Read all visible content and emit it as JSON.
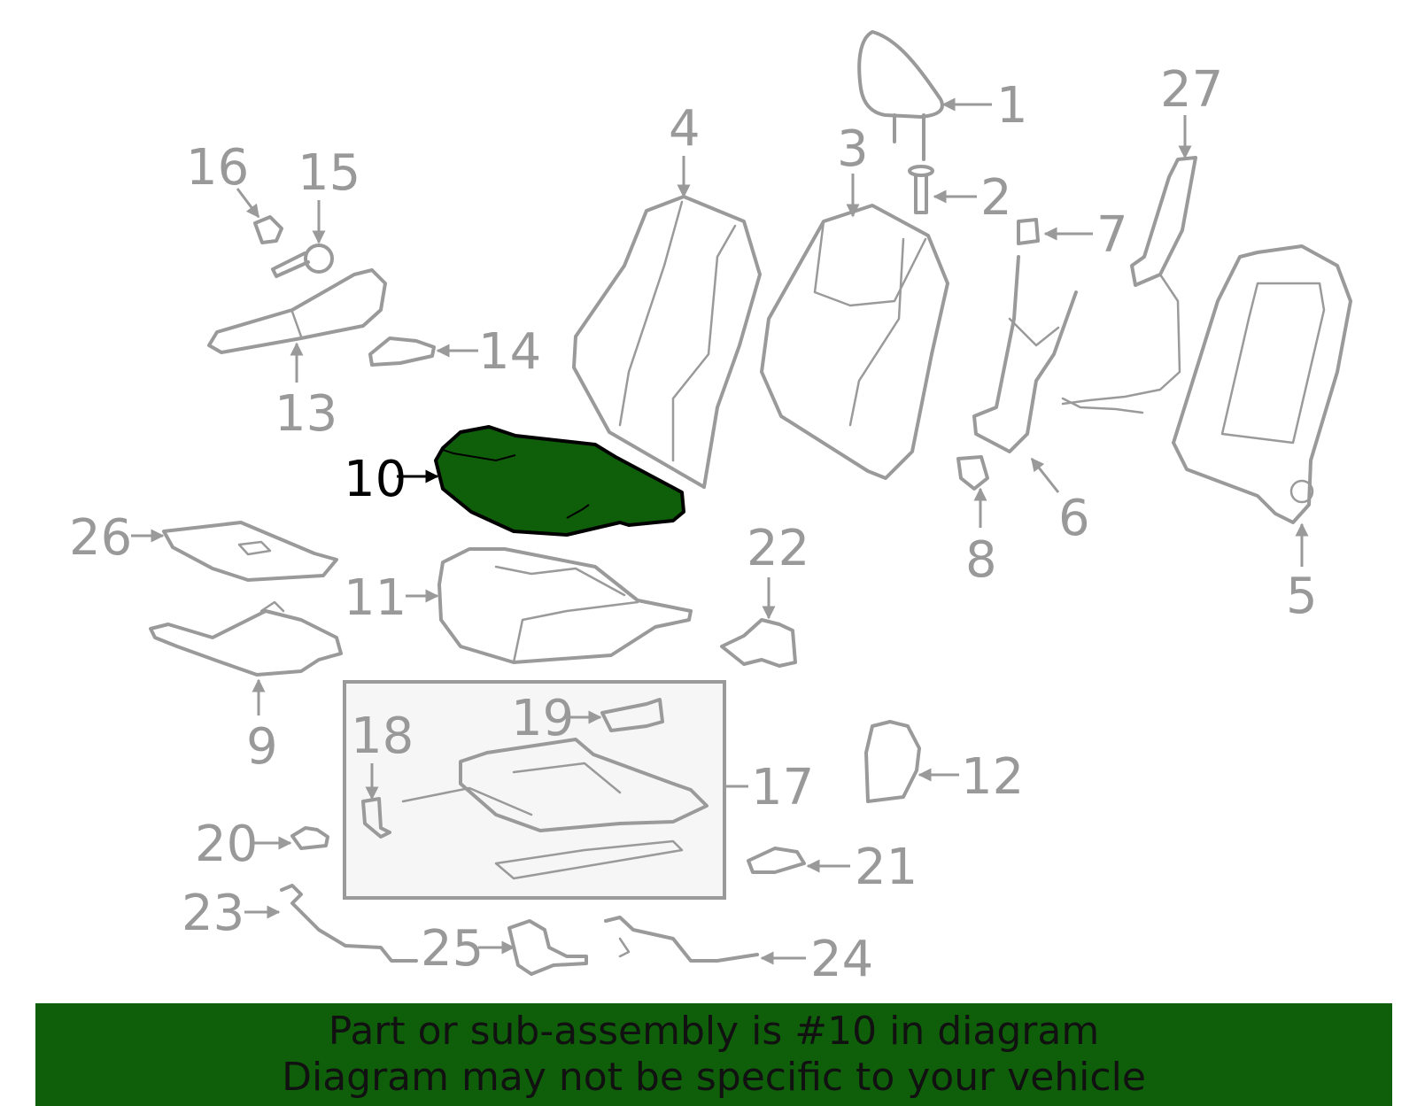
{
  "diagram": {
    "highlight_color": "#0f5f0a",
    "line_color": "#9a9a9a",
    "highlighted_callout": "10",
    "callouts": [
      "1",
      "2",
      "3",
      "4",
      "5",
      "6",
      "7",
      "8",
      "9",
      "10",
      "11",
      "12",
      "13",
      "14",
      "15",
      "16",
      "17",
      "18",
      "19",
      "20",
      "21",
      "22",
      "23",
      "24",
      "25",
      "26",
      "27"
    ]
  },
  "banner": {
    "background": "#0f5f0a",
    "line1": "Part or sub-assembly is #10 in diagram",
    "line2": "Diagram may not be specific to your vehicle"
  }
}
